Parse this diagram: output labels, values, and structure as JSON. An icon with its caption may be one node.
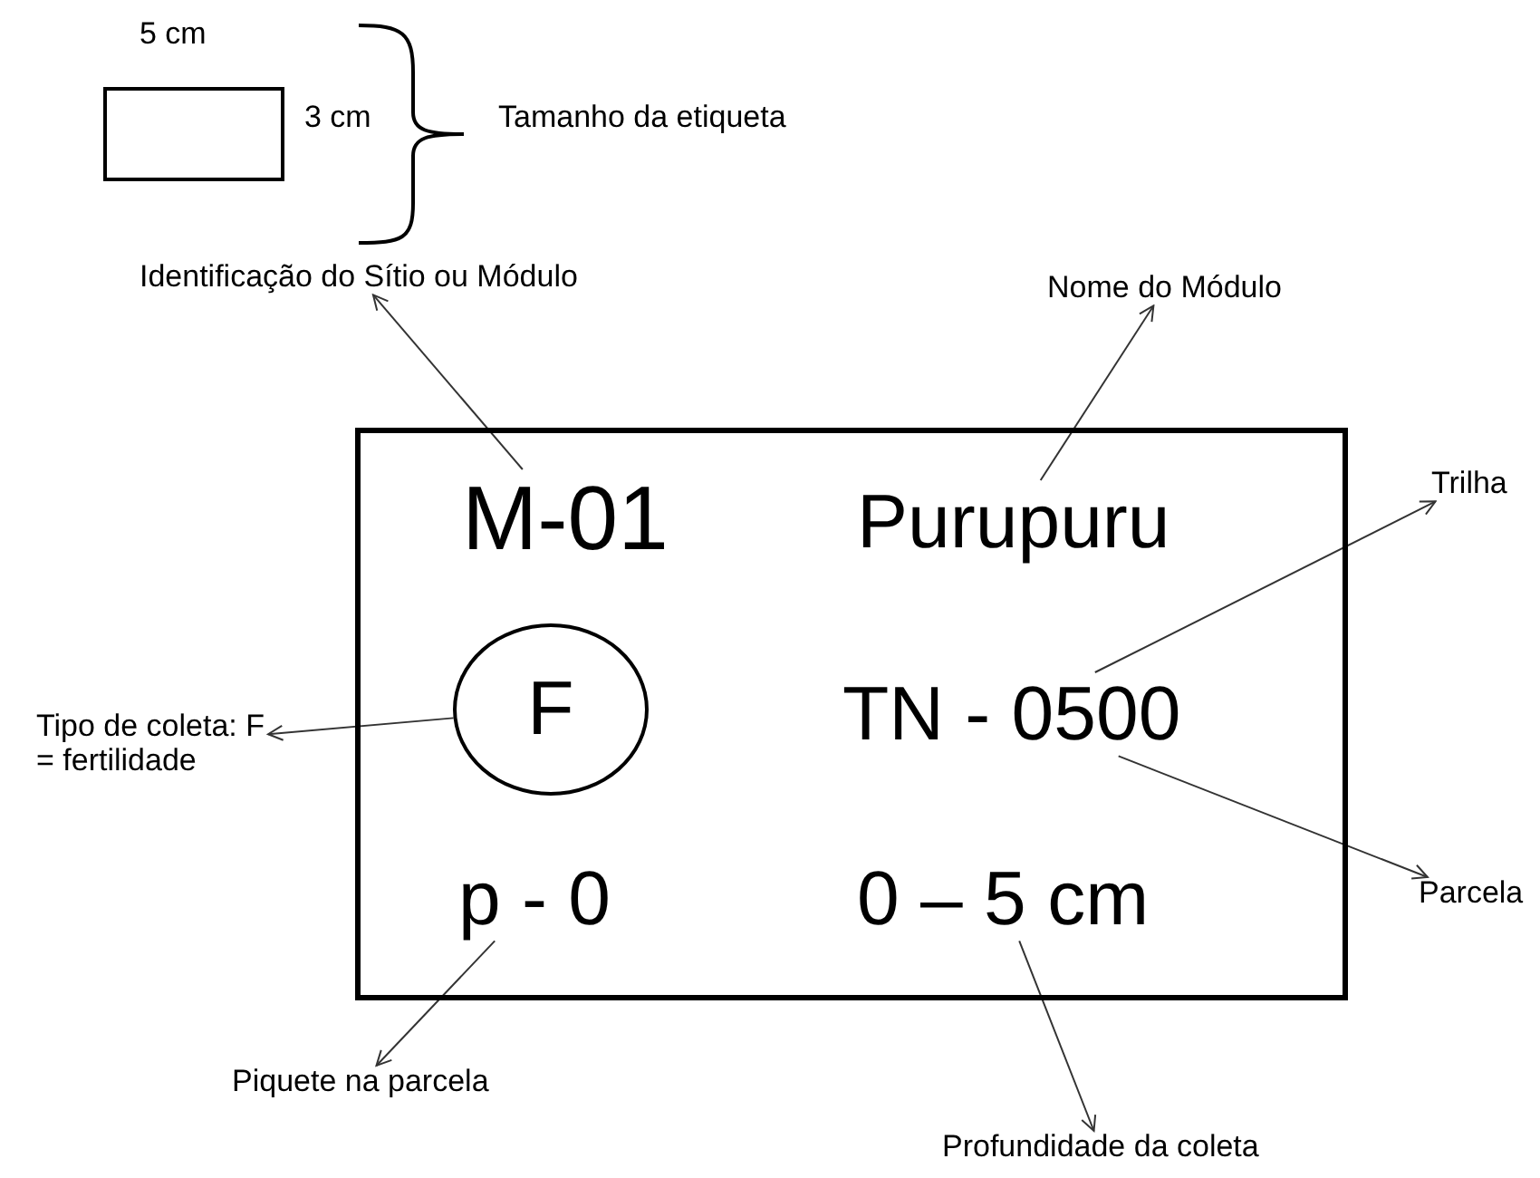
{
  "diagram": {
    "nodes": [
      {
        "text": [],
        "shape": "box"
      },
      {
        "text": [
          "Identificação do Sítio ou Módulo"
        ]
      },
      {
        "text": [
          "Nome do Módulo"
        ]
      },
      {
        "text": [],
        "shape": "box"
      },
      {
        "text": [
          "M-01"
        ],
        "in": 3
      },
      {
        "text": [
          "Purupuru"
        ],
        "in": 3
      },
      {
        "text": [
          "Trilha"
        ]
      },
      {
        "text": [
          "Tipo de coleta: F = fertilidade"
        ]
      },
      {
        "text": [
          "F"
        ],
        "in": 3
      },
      {
        "text": [
          "TN - 0500"
        ],
        "in": 3
      },
      {
        "text": [
          "Parcela"
        ]
      },
      {
        "text": [
          "p - 0"
        ],
        "in": 3
      },
      {
        "text": [
          "0 – 5 cm"
        ],
        "in": 3
      },
      {
        "text": [
          "Piquete na parcela"
        ]
      },
      {
        "text": [
          "Profundidade da coleta"
        ]
      }
    ],
    "edges": [
      {
        "from": 4,
        "to": 1,
        "arrow": "to"
      },
      {
        "from": 5,
        "to": 2,
        "arrow": "to"
      },
      {
        "from": 9,
        "to": 6,
        "arrow": "to"
      },
      {
        "from": 8,
        "to": 7,
        "arrow": "to"
      },
      {
        "from": 9,
        "to": 10,
        "arrow": "to"
      },
      {
        "from": 11,
        "to": 13,
        "arrow": "to"
      },
      {
        "from": 12,
        "to": 14,
        "arrow": "to"
      }
    ],
    "labels": [
      "5 cm",
      "3 cm",
      "Tamanho da etiqueta"
    ]
  }
}
